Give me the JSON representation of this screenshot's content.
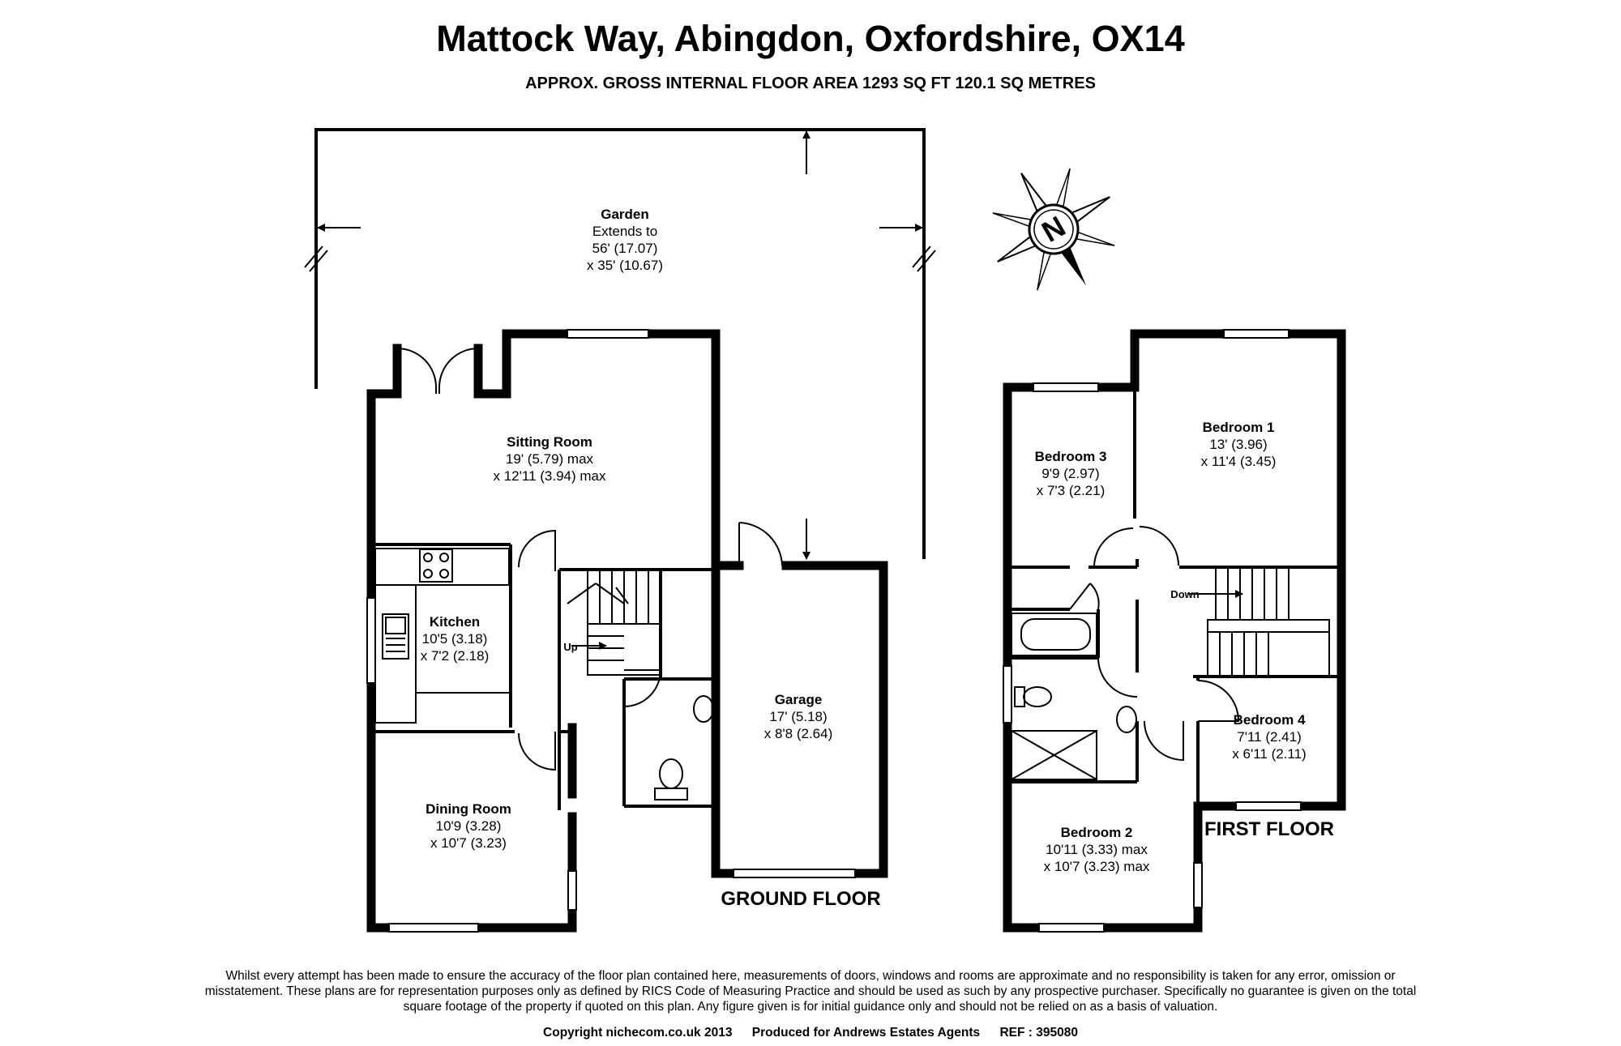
{
  "header": {
    "title": "Mattock Way, Abingdon, Oxfordshire, OX14",
    "subtitle": "APPROX. GROSS INTERNAL FLOOR AREA 1293 SQ FT 120.1 SQ METRES"
  },
  "compass": {
    "label": "N"
  },
  "ground_floor": {
    "label": "GROUND FLOOR",
    "garden": {
      "name": "Garden",
      "line1": "Extends to",
      "line2": "56' (17.07)",
      "line3": "x 35' (10.67)"
    },
    "sitting_room": {
      "name": "Sitting Room",
      "line1": "19' (5.79) max",
      "line2": "x 12'11 (3.94) max"
    },
    "kitchen": {
      "name": "Kitchen",
      "line1": "10'5 (3.18)",
      "line2": "x 7'2 (2.18)"
    },
    "dining_room": {
      "name": "Dining Room",
      "line1": "10'9 (3.28)",
      "line2": "x 10'7 (3.23)"
    },
    "garage": {
      "name": "Garage",
      "line1": "17' (5.18)",
      "line2": "x 8'8 (2.64)"
    },
    "stairs_label": "Up"
  },
  "first_floor": {
    "label": "FIRST FLOOR",
    "bedroom1": {
      "name": "Bedroom 1",
      "line1": "13' (3.96)",
      "line2": "x 11'4 (3.45)"
    },
    "bedroom2": {
      "name": "Bedroom 2",
      "line1": "10'11 (3.33) max",
      "line2": "x 10'7 (3.23) max"
    },
    "bedroom3": {
      "name": "Bedroom 3",
      "line1": "9'9 (2.97)",
      "line2": "x 7'3 (2.21)"
    },
    "bedroom4": {
      "name": "Bedroom 4",
      "line1": "7'11 (2.41)",
      "line2": "x 6'11 (2.11)"
    },
    "stairs_label": "Down"
  },
  "footer": {
    "disclaimer": "Whilst every attempt has been made to ensure the accuracy of the floor plan contained here, measurements of doors, windows and rooms are approximate and no responsibility is taken for any error, omission or misstatement. These plans are for representation purposes only as defined by RICS Code of Measuring Practice and should be used as such by any prospective purchaser. Specifically no guarantee is given on the total square footage of the property if quoted on this plan. Any figure given is for initial guidance only and should not be relied on as a basis of valuation.",
    "copyright": "Copyright nichecom.co.uk 2013",
    "produced_for": "Produced for Andrews Estates Agents",
    "reference": "REF : 395080"
  }
}
